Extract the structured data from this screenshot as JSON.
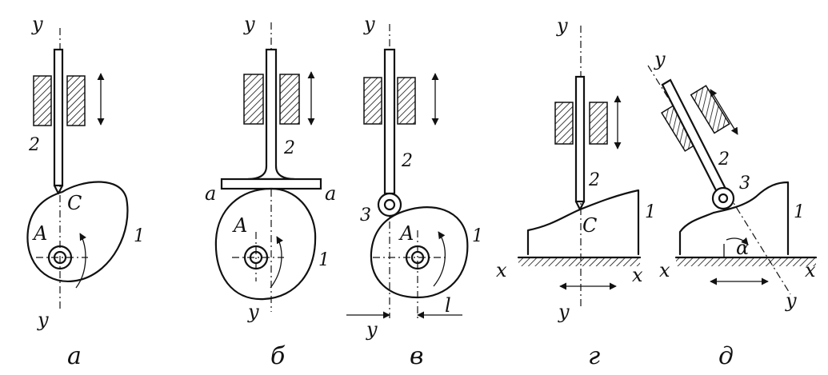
{
  "labels": {
    "axis_y": "y",
    "axis_x": "x",
    "point_A": "A",
    "point_C": "C",
    "cam": "1",
    "follower": "2",
    "roller": "3",
    "flat_end": "a",
    "offset": "l",
    "angle": "α"
  },
  "captions": [
    "а",
    "б",
    "в",
    "г",
    "д"
  ]
}
